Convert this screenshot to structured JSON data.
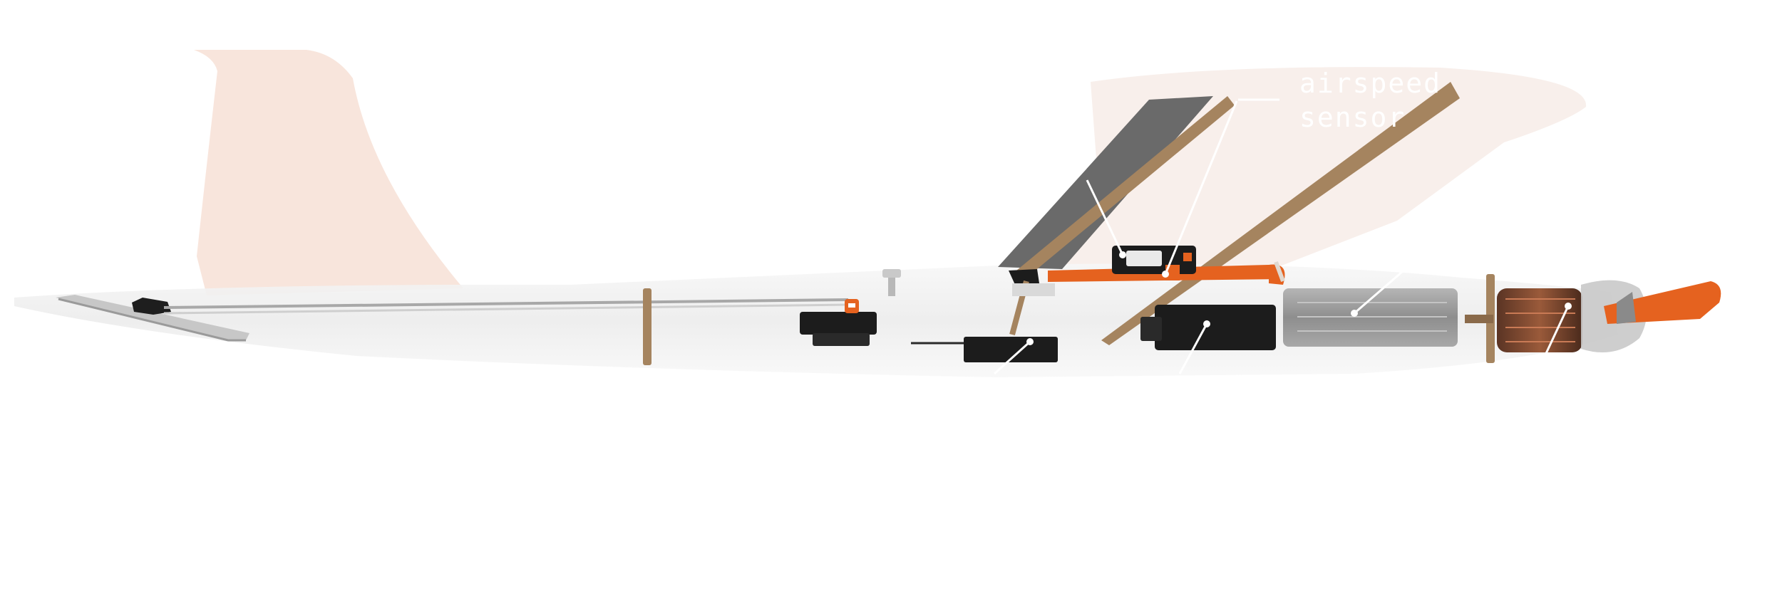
{
  "labels": {
    "airspeed_line1": "airspeed",
    "airspeed_line2": "sensor"
  },
  "colors": {
    "background": "#ffffff",
    "fin_tint": "#f6dcd0",
    "fuselage": "#f1f1f1",
    "spar_wood": "#a5845f",
    "wing_panel": "#6a6a6a",
    "electronics": "#1c1c1c",
    "battery": "#9a9a9a",
    "accent_orange": "#e5621f",
    "leader_line": "#ffffff"
  },
  "components": [
    "vertical-fin",
    "wing",
    "fuselage",
    "tailplane",
    "pushrod",
    "former",
    "servo",
    "receiver",
    "airspeed-sensor",
    "flight-controller",
    "battery",
    "motor",
    "spinner"
  ]
}
